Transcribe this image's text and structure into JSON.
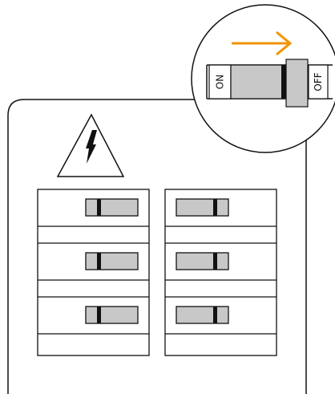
{
  "labels": {
    "on": "ON",
    "off": "OFF"
  },
  "icons": {
    "warning": "high-voltage-warning-icon",
    "direction": "right-arrow-icon"
  },
  "panel": {
    "columns": 2,
    "rows": 3,
    "breakers": [
      {
        "column": "left",
        "row": 1,
        "state": "on"
      },
      {
        "column": "left",
        "row": 2,
        "state": "on"
      },
      {
        "column": "left",
        "row": 3,
        "state": "on"
      },
      {
        "column": "right",
        "row": 1,
        "state": "off"
      },
      {
        "column": "right",
        "row": 2,
        "state": "off"
      },
      {
        "column": "right",
        "row": 3,
        "state": "off"
      }
    ]
  },
  "zoom_detail": {
    "switch_state": "off",
    "arrow_direction": "right"
  },
  "colors": {
    "stroke": "#111111",
    "switch_fill": "#c8c8c8",
    "arrow": "#f29400",
    "background": "#ffffff"
  }
}
